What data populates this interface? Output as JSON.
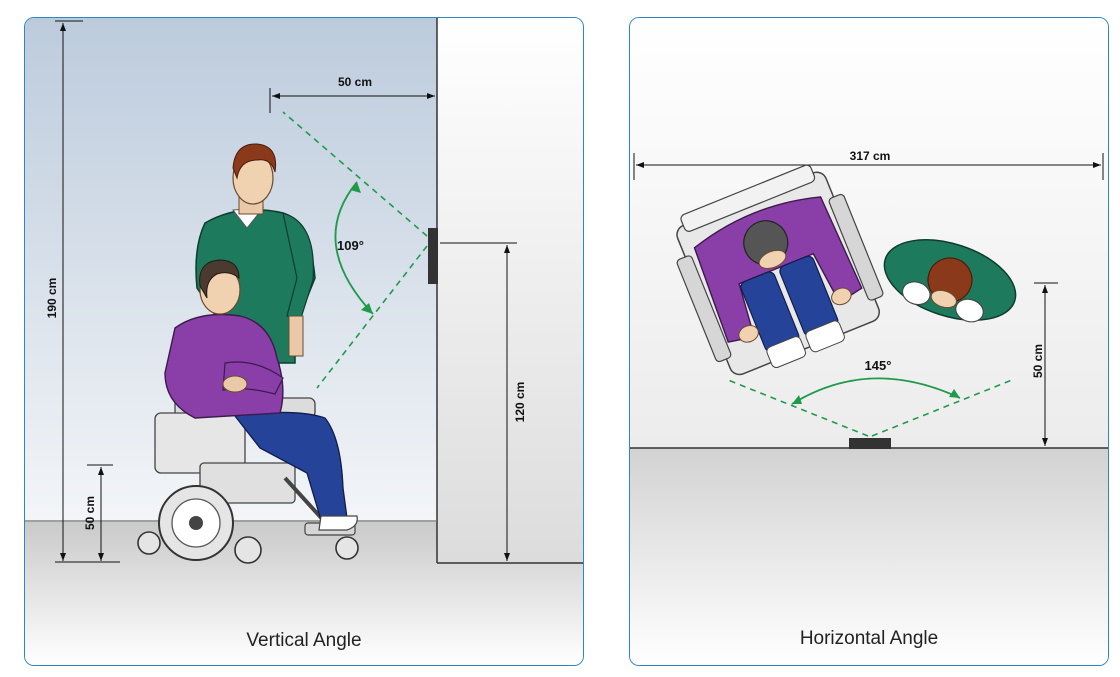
{
  "vertical": {
    "caption": "Vertical Angle",
    "angle": "109°",
    "dim_offset": "50 cm",
    "dim_person_height": "190 cm",
    "dim_seat_height": "50 cm",
    "dim_device_height": "120 cm"
  },
  "horizontal": {
    "caption": "Horizontal Angle",
    "angle": "145°",
    "dim_width": "317 cm",
    "dim_depth": "50 cm"
  },
  "colors": {
    "frame": "#2f86c4",
    "fov": "#1f9a4a",
    "shirt_green": "#1e7a5c",
    "shirt_purple": "#8a3fa8",
    "jeans": "#26439a",
    "hair": "#8a3a1a"
  }
}
